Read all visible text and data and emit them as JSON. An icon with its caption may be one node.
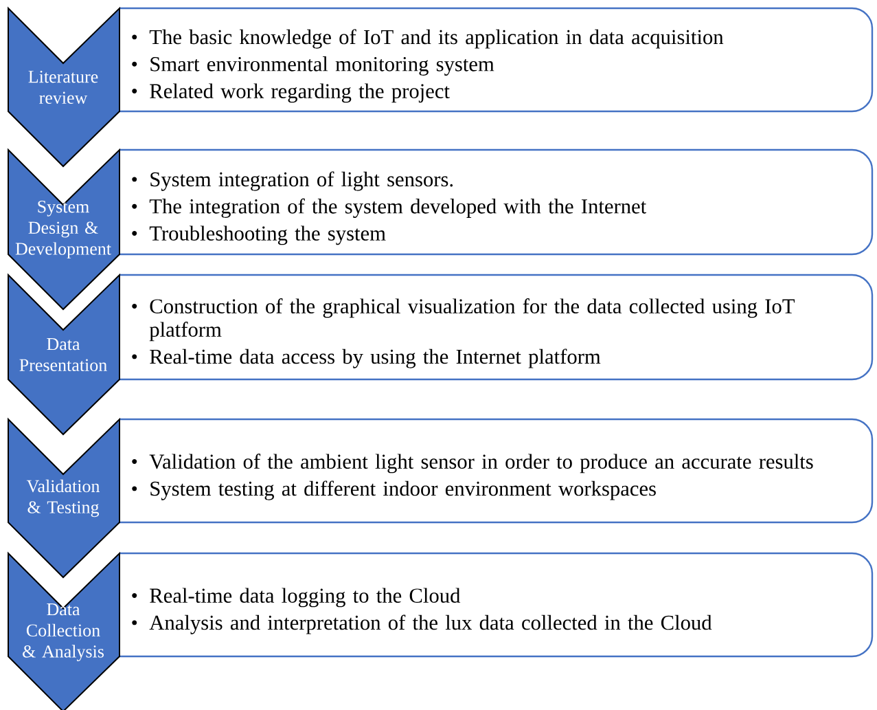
{
  "diagram": {
    "nodes": [
      {
        "text": [
          "Literature review"
        ]
      },
      {
        "text": [
          "The basic knowledge of IoT and its application in data acquisition",
          "Smart environmental monitoring system",
          "Related work regarding the project"
        ]
      },
      {
        "text": [
          "System Design & Development"
        ]
      },
      {
        "text": [
          "System integration of light sensors.",
          "The integration of the system developed with the Internet",
          "Troubleshooting the system"
        ]
      },
      {
        "text": [
          "Data Presentation"
        ]
      },
      {
        "text": [
          "Construction of the graphical visualization for the data collected using IoT platform",
          "Real-time data access by using the Internet platform"
        ]
      },
      {
        "text": [
          "Validation & Testing"
        ]
      },
      {
        "text": [
          "Validation of the ambient light sensor in order to produce an accurate results",
          "System testing at different indoor environment workspaces"
        ]
      },
      {
        "text": [
          "Data Collection & Analysis"
        ]
      },
      {
        "text": [
          "Real-time data logging to the Cloud",
          "Analysis and interpretation of the lux data collected in the Cloud"
        ]
      }
    ]
  }
}
